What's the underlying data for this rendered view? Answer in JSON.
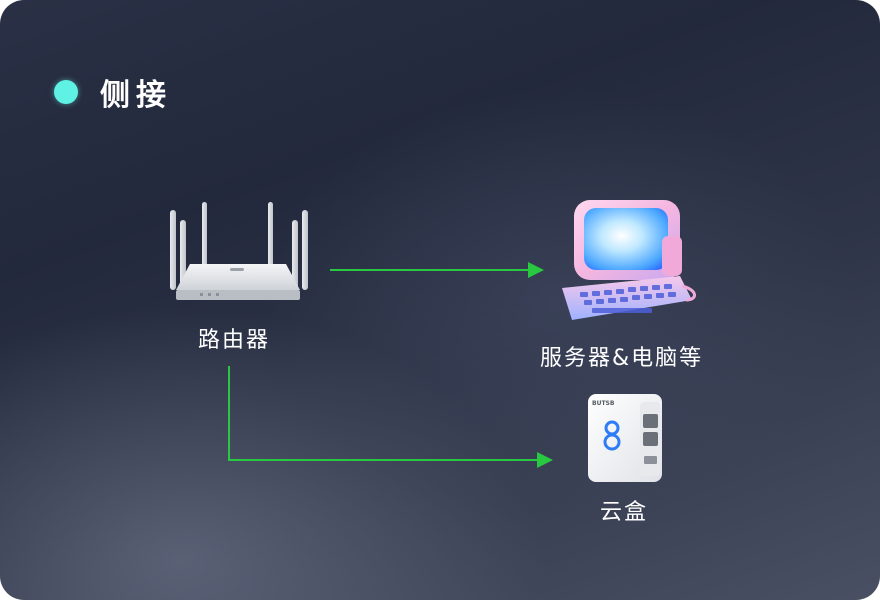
{
  "title": "侧接",
  "colors": {
    "accent_dot": "#5ff2e4",
    "arrow": "#28c840"
  },
  "nodes": {
    "router": {
      "label": "路由器",
      "icon": "router-icon"
    },
    "computer": {
      "label": "服务器&电脑等",
      "icon": "computer-icon"
    },
    "cloudbox": {
      "label": "云盒",
      "icon": "cloud-box-icon"
    }
  },
  "cloudbox_brand_text": "BUTSB"
}
